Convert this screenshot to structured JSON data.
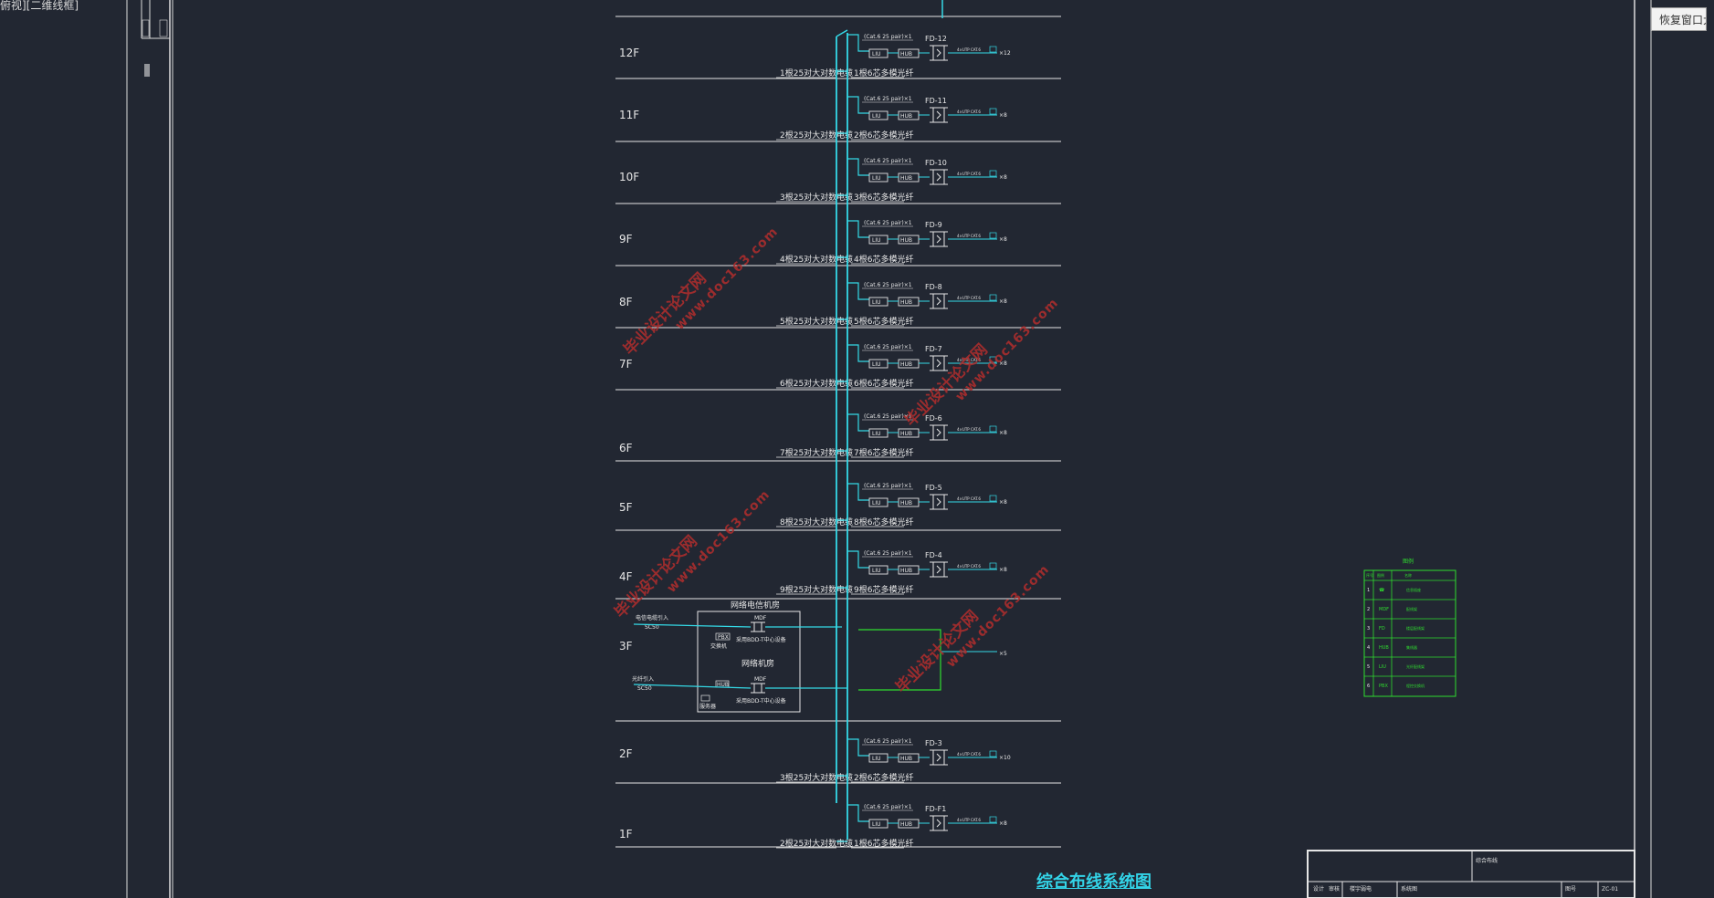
{
  "window": {
    "view_label": "俯视][二维线框]",
    "restore_button": "恢复窗口大小"
  },
  "drawing": {
    "title": "综合布线系统图",
    "watermark_cn": "毕业设计论文网",
    "watermark_url": "www.doc163.com",
    "floors": [
      {
        "name": "12F",
        "fd": "FD-12",
        "backbone": "1根25对大对数电缆",
        "fiber": "1根6芯多模光纤",
        "count": "×12"
      },
      {
        "name": "11F",
        "fd": "FD-11",
        "backbone": "2根25对大对数电缆",
        "fiber": "2根6芯多模光纤",
        "count": "×8"
      },
      {
        "name": "10F",
        "fd": "FD-10",
        "backbone": "3根25对大对数电缆",
        "fiber": "3根6芯多模光纤",
        "count": "×8"
      },
      {
        "name": "9F",
        "fd": "FD-9",
        "backbone": "4根25对大对数电缆",
        "fiber": "4根6芯多模光纤",
        "count": "×8"
      },
      {
        "name": "8F",
        "fd": "FD-8",
        "backbone": "5根25对大对数电缆",
        "fiber": "5根6芯多模光纤",
        "count": "×8"
      },
      {
        "name": "7F",
        "fd": "FD-7",
        "backbone": "6根25对大对数电缆",
        "fiber": "6根6芯多模光纤",
        "count": "×8"
      },
      {
        "name": "6F",
        "fd": "FD-6",
        "backbone": "7根25对大对数电缆",
        "fiber": "7根6芯多模光纤",
        "count": "×8"
      },
      {
        "name": "5F",
        "fd": "FD-5",
        "backbone": "8根25对大对数电缆",
        "fiber": "8根6芯多模光纤",
        "count": "×8"
      },
      {
        "name": "4F",
        "fd": "FD-4",
        "backbone": "9根25对大对数电缆",
        "fiber": "9根6芯多模光纤",
        "count": "×8"
      },
      {
        "name": "3F",
        "fd": "",
        "backbone": "",
        "fiber": "",
        "count": "×5"
      },
      {
        "name": "2F",
        "fd": "FD-3",
        "backbone": "3根25对大对数电缆",
        "fiber": "2根6芯多模光纤",
        "count": "×10"
      },
      {
        "name": "1F",
        "fd": "FD-F1",
        "backbone": "2根25对大对数电缆",
        "fiber": "1根6芯多模光纤",
        "count": "×8"
      }
    ],
    "cat_label": "(Cat.6 25 pair)×1",
    "liu": "LIU",
    "hub": "HUB",
    "hub_conn": "4×UTP CAT.6",
    "machine_room_1": "网络电信机房",
    "machine_room_2": "网络机房",
    "mdf": "MDF",
    "bd_note": "采用BDD-T中心设备",
    "tel_in": "电信电缆引入",
    "tel_in_sub": "SC50",
    "fiber_in": "光纤引入",
    "fiber_in_sub": "SC50",
    "pbx": "PBX",
    "pbx_label": "交换机",
    "server": "服务器",
    "legend": {
      "title": "图例",
      "headers": [
        "序号",
        "图例",
        "名称"
      ],
      "rows": [
        {
          "no": "1",
          "sym": "☎",
          "name": "信息插座"
        },
        {
          "no": "2",
          "sym": "MDF",
          "name": "配线架"
        },
        {
          "no": "3",
          "sym": "FD",
          "name": "楼层配线架"
        },
        {
          "no": "4",
          "sym": "HUB",
          "name": "集线器"
        },
        {
          "no": "5",
          "sym": "LIU",
          "name": "光纤配线架"
        },
        {
          "no": "6",
          "sym": "PBX",
          "name": "程控交换机"
        }
      ]
    },
    "title_block": {
      "r1": "综合布线",
      "r2a": "设计",
      "r2b": "审核",
      "r2c": "楼宇弱电",
      "r2d": "系统图",
      "r2e": "图号",
      "r2f": "ZC-01"
    }
  },
  "colors": {
    "background": "#222732",
    "cyan": "#34d9e6",
    "green": "#2fdc2f",
    "white": "#e6e6e6",
    "watermark": "#b22d2d"
  }
}
